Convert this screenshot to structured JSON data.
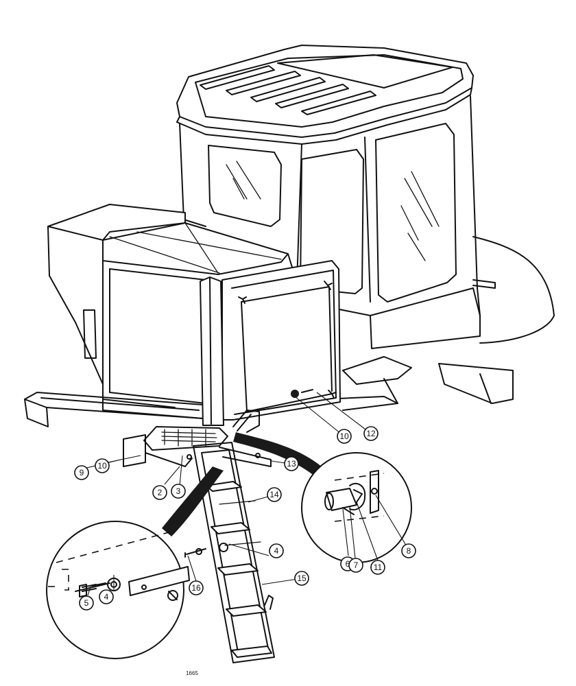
{
  "figure_number": "1665",
  "callouts": [
    {
      "label": "2"
    },
    {
      "label": "3"
    },
    {
      "label": "4"
    },
    {
      "label": "4"
    },
    {
      "label": "5"
    },
    {
      "label": "6"
    },
    {
      "label": "7"
    },
    {
      "label": "8"
    },
    {
      "label": "9"
    },
    {
      "label": "10"
    },
    {
      "label": "10"
    },
    {
      "label": "11"
    },
    {
      "label": "12"
    },
    {
      "label": "13"
    },
    {
      "label": "14"
    },
    {
      "label": "15"
    },
    {
      "label": "16"
    }
  ]
}
